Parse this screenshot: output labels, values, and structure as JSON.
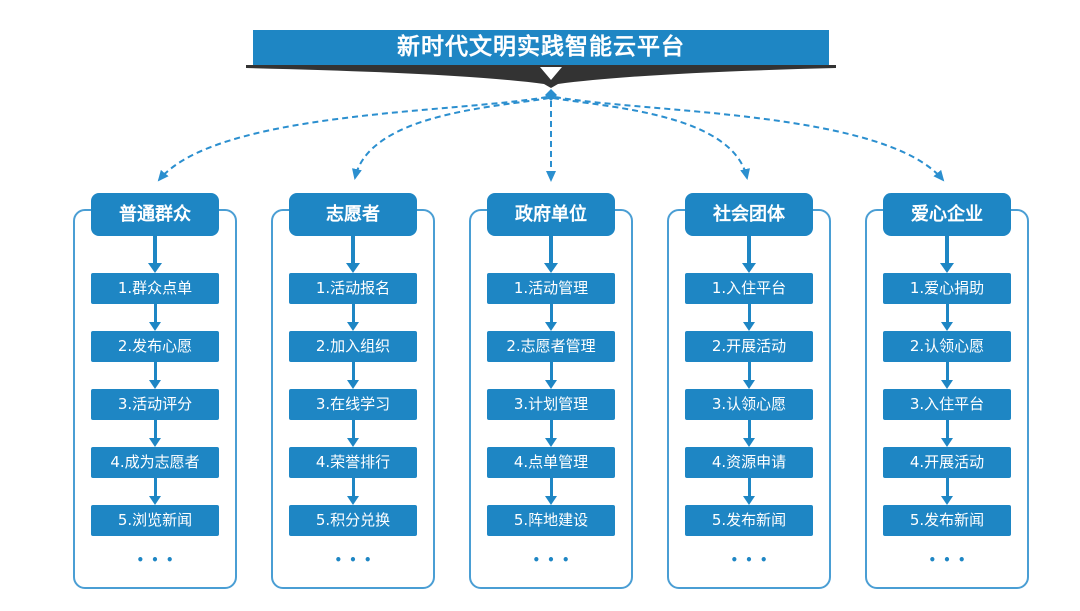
{
  "title": "新时代文明实践智能云平台",
  "columns": [
    {
      "header": "普通群众",
      "items": [
        "1.群众点单",
        "2.发布心愿",
        "3.活动评分",
        "4.成为志愿者",
        "5.浏览新闻"
      ],
      "more_indicator": "•••"
    },
    {
      "header": "志愿者",
      "items": [
        "1.活动报名",
        "2.加入组织",
        "3.在线学习",
        "4.荣誉排行",
        "5.积分兑换"
      ],
      "more_indicator": "•••"
    },
    {
      "header": "政府单位",
      "items": [
        "1.活动管理",
        "2.志愿者管理",
        "3.计划管理",
        "4.点单管理",
        "5.阵地建设"
      ],
      "more_indicator": "•••"
    },
    {
      "header": "社会团体",
      "items": [
        "1.入住平台",
        "2.开展活动",
        "3.认领心愿",
        "4.资源申请",
        "5.发布新闻"
      ],
      "more_indicator": "•••"
    },
    {
      "header": "爱心企业",
      "items": [
        "1.爱心捐助",
        "2.认领心愿",
        "3.入住平台",
        "4.开展活动",
        "5.发布新闻"
      ],
      "more_indicator": "•••"
    }
  ],
  "colors": {
    "primary": "#1e86c4",
    "connector": "#2b8fcf",
    "panel_border": "#4a9ed4",
    "ribbon": "#333333",
    "text_on_primary": "#ffffff"
  }
}
